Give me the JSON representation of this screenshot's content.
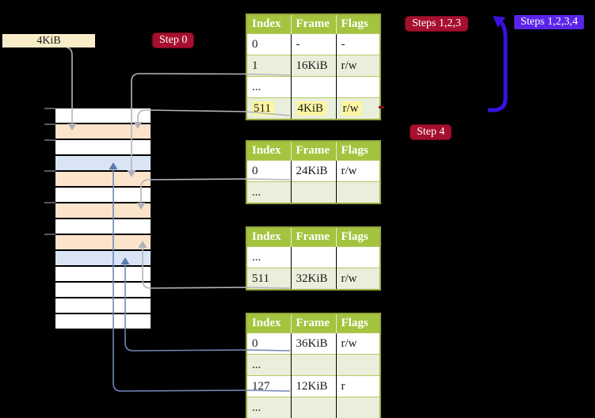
{
  "labels": {
    "frame_size": "4KiB",
    "step0": "Step 0",
    "step4": "Step 4",
    "steps_gray": "Steps 1,2,3",
    "steps_all": "Steps 1,2,3,4"
  },
  "colors": {
    "background": "#000000",
    "table_header_bg": "#a4c43f",
    "table_alt_row_bg": "#e9efdb",
    "table_border": "#94a63c",
    "highlight_yellow": "#fcf6a4",
    "label_box_bg": "#f9ecc9",
    "memory_frame_peach": "#fce4cb",
    "memory_frame_blue": "#d9e5f4",
    "badge_red": "#a60f2d",
    "badge_blue": "#5a25e8",
    "arrow_gray": "#b4b4bc",
    "arrow_blue": "#6f87b8",
    "arrow_violet": "#3a10e0"
  },
  "page_tables": [
    {
      "name": "page-table-step0",
      "headers": [
        "Index",
        "Frame",
        "Flags"
      ],
      "rows": [
        {
          "cells": [
            "0",
            "-",
            "-"
          ],
          "shade": false,
          "highlight": false
        },
        {
          "cells": [
            "1",
            "16KiB",
            "r/w"
          ],
          "shade": true,
          "highlight": false
        },
        {
          "cells": [
            "...",
            "",
            ""
          ],
          "shade": false,
          "highlight": false
        },
        {
          "cells": [
            "511",
            "4KiB",
            "r/w"
          ],
          "shade": true,
          "highlight": true
        }
      ]
    },
    {
      "name": "page-table-mid-1",
      "headers": [
        "Index",
        "Frame",
        "Flags"
      ],
      "rows": [
        {
          "cells": [
            "0",
            "24KiB",
            "r/w"
          ],
          "shade": false,
          "highlight": false
        },
        {
          "cells": [
            "...",
            "",
            ""
          ],
          "shade": true,
          "highlight": false
        }
      ]
    },
    {
      "name": "page-table-mid-2",
      "headers": [
        "Index",
        "Frame",
        "Flags"
      ],
      "rows": [
        {
          "cells": [
            "...",
            "",
            ""
          ],
          "shade": false,
          "highlight": false
        },
        {
          "cells": [
            "511",
            "32KiB",
            "r/w"
          ],
          "shade": true,
          "highlight": false
        }
      ]
    },
    {
      "name": "page-table-step4",
      "headers": [
        "Index",
        "Frame",
        "Flags"
      ],
      "rows": [
        {
          "cells": [
            "0",
            "36KiB",
            "r/w"
          ],
          "shade": false,
          "highlight": false
        },
        {
          "cells": [
            "...",
            "",
            ""
          ],
          "shade": true,
          "highlight": false
        },
        {
          "cells": [
            "127",
            "12KiB",
            "r"
          ],
          "shade": false,
          "highlight": false
        },
        {
          "cells": [
            "...",
            "",
            ""
          ],
          "shade": true,
          "highlight": false
        }
      ]
    }
  ],
  "memory": {
    "rows": [
      "plain",
      "peach",
      "plain",
      "blue",
      "peach",
      "plain",
      "peach",
      "plain",
      "peach",
      "blue",
      "plain",
      "plain",
      "plain",
      "plain"
    ]
  }
}
